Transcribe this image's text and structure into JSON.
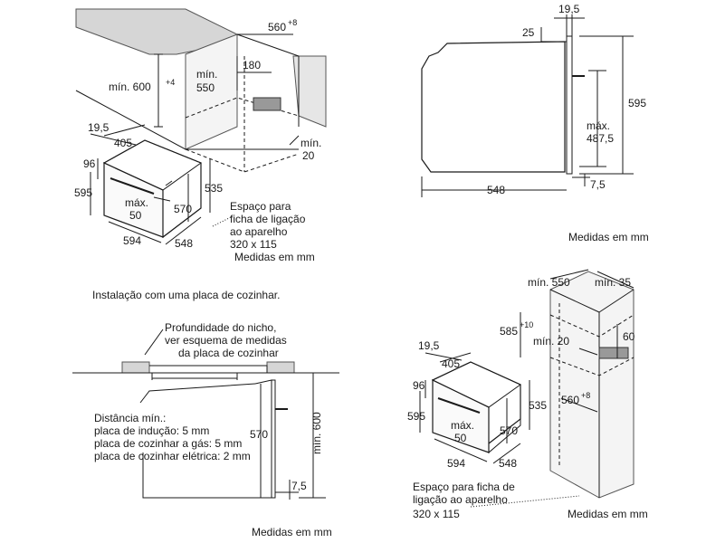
{
  "d1": {
    "labels": {
      "dim_560": "560",
      "dim_560_sup": "+8",
      "min600": "mín. 600",
      "min600_sup": "+4",
      "min550_a": "mín.",
      "min550_b": "550",
      "d180": "180",
      "min20_a": "mín.",
      "min20_b": "20",
      "d19_5": "19,5",
      "d405": "405",
      "d96": "96",
      "d595": "595",
      "d535": "535",
      "max50_a": "máx.",
      "max50_b": "50",
      "d570": "570",
      "d594": "594",
      "d548": "548"
    },
    "socket_text": [
      "Espaço para",
      "ficha de ligação",
      "ao aparelho",
      "320 x 115"
    ],
    "units": "Medidas em mm",
    "caption": "Instalação com uma placa de cozinhar."
  },
  "d2": {
    "labels": {
      "d19_5": "19,5",
      "d25": "25",
      "d595": "595",
      "max_a": "máx.",
      "max_b": "487,5",
      "d548": "548",
      "d7_5": "7,5"
    },
    "units": "Medidas em mm"
  },
  "d3": {
    "note": [
      "Profundidade do nicho,",
      "ver esquema de medidas",
      "da placa de cozinhar"
    ],
    "min_title": "Distância mín.:",
    "min_lines": [
      "placa de indução: 5 mm",
      "placa de cozinhar a gás: 5 mm",
      "placa de cozinhar elétrica: 2 mm"
    ],
    "d570": "570",
    "min600": "mín. 600",
    "d7_5": "7,5",
    "units": "Medidas em mm"
  },
  "d4": {
    "labels": {
      "min550": "mín. 550",
      "min35": "mín. 35",
      "d585": "585",
      "d585_sup": "+10",
      "min20": "mín. 20",
      "d60": "60",
      "d560": "560",
      "d560_sup": "+8",
      "d19_5": "19,5",
      "d405": "405",
      "d96": "96",
      "d595": "595",
      "max_a": "máx.",
      "max_b": "50",
      "d535": "535",
      "d570": "570",
      "d594": "594",
      "d548": "548"
    },
    "socket_text": [
      "Espaço para ficha de",
      "ligação ao aparelho",
      "320 x 115"
    ],
    "units": "Medidas em mm"
  }
}
